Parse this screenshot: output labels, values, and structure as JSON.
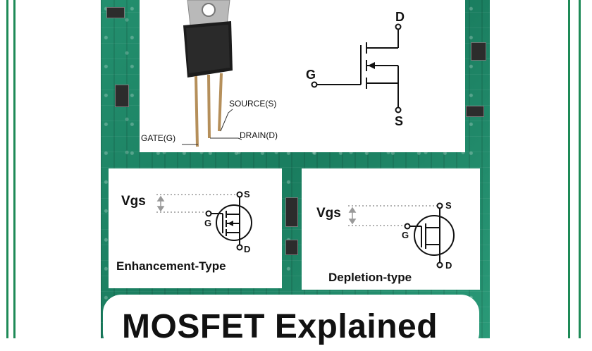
{
  "top_diagram": {
    "pin_labels": {
      "source": "SOURCE(S)",
      "gate": "GATE(G)",
      "drain": "DRAIN(D)"
    },
    "symbol_terminals": {
      "drain": "D",
      "gate": "G",
      "source": "S"
    }
  },
  "enhancement": {
    "vgs_label": "Vgs",
    "terminals": {
      "source": "S",
      "gate": "G",
      "drain": "D"
    },
    "caption": "Enhancement-Type"
  },
  "depletion": {
    "vgs_label": "Vgs",
    "terminals": {
      "source": "S",
      "gate": "G",
      "drain": "D"
    },
    "caption": "Depletion-type"
  },
  "title": "MOSFET Explained",
  "colors": {
    "pcb": "#1f8f6c",
    "frame": "#1e8a57",
    "ink": "#111111",
    "dotted": "#999999"
  }
}
